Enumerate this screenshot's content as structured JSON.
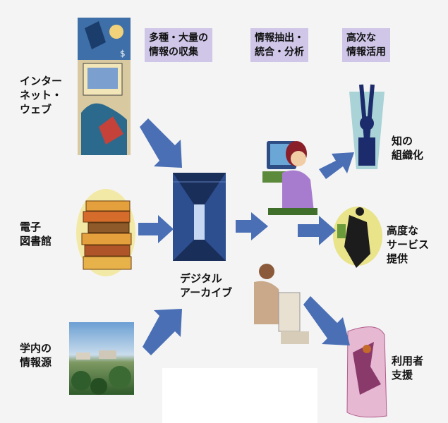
{
  "headers": {
    "collection": "多種・大量の\n情報の収集",
    "extraction": "情報抽出・\n統合・分析",
    "utilization": "高次な\n情報活用"
  },
  "sources": {
    "internet": "インター\nネット・\nウェブ",
    "library": "電子\n図書館",
    "campus": "学内の\n情報源"
  },
  "center": {
    "archive": "デジタル\nアーカイブ"
  },
  "outputs": {
    "knowledge": "知の\n組織化",
    "service": "高度な\nサービス\n提供",
    "user_support": "利用者\n支援"
  },
  "colors": {
    "arrow": "#4a6fb5",
    "header_bg": "#cfc6e8",
    "background": "#f4f4f4"
  }
}
